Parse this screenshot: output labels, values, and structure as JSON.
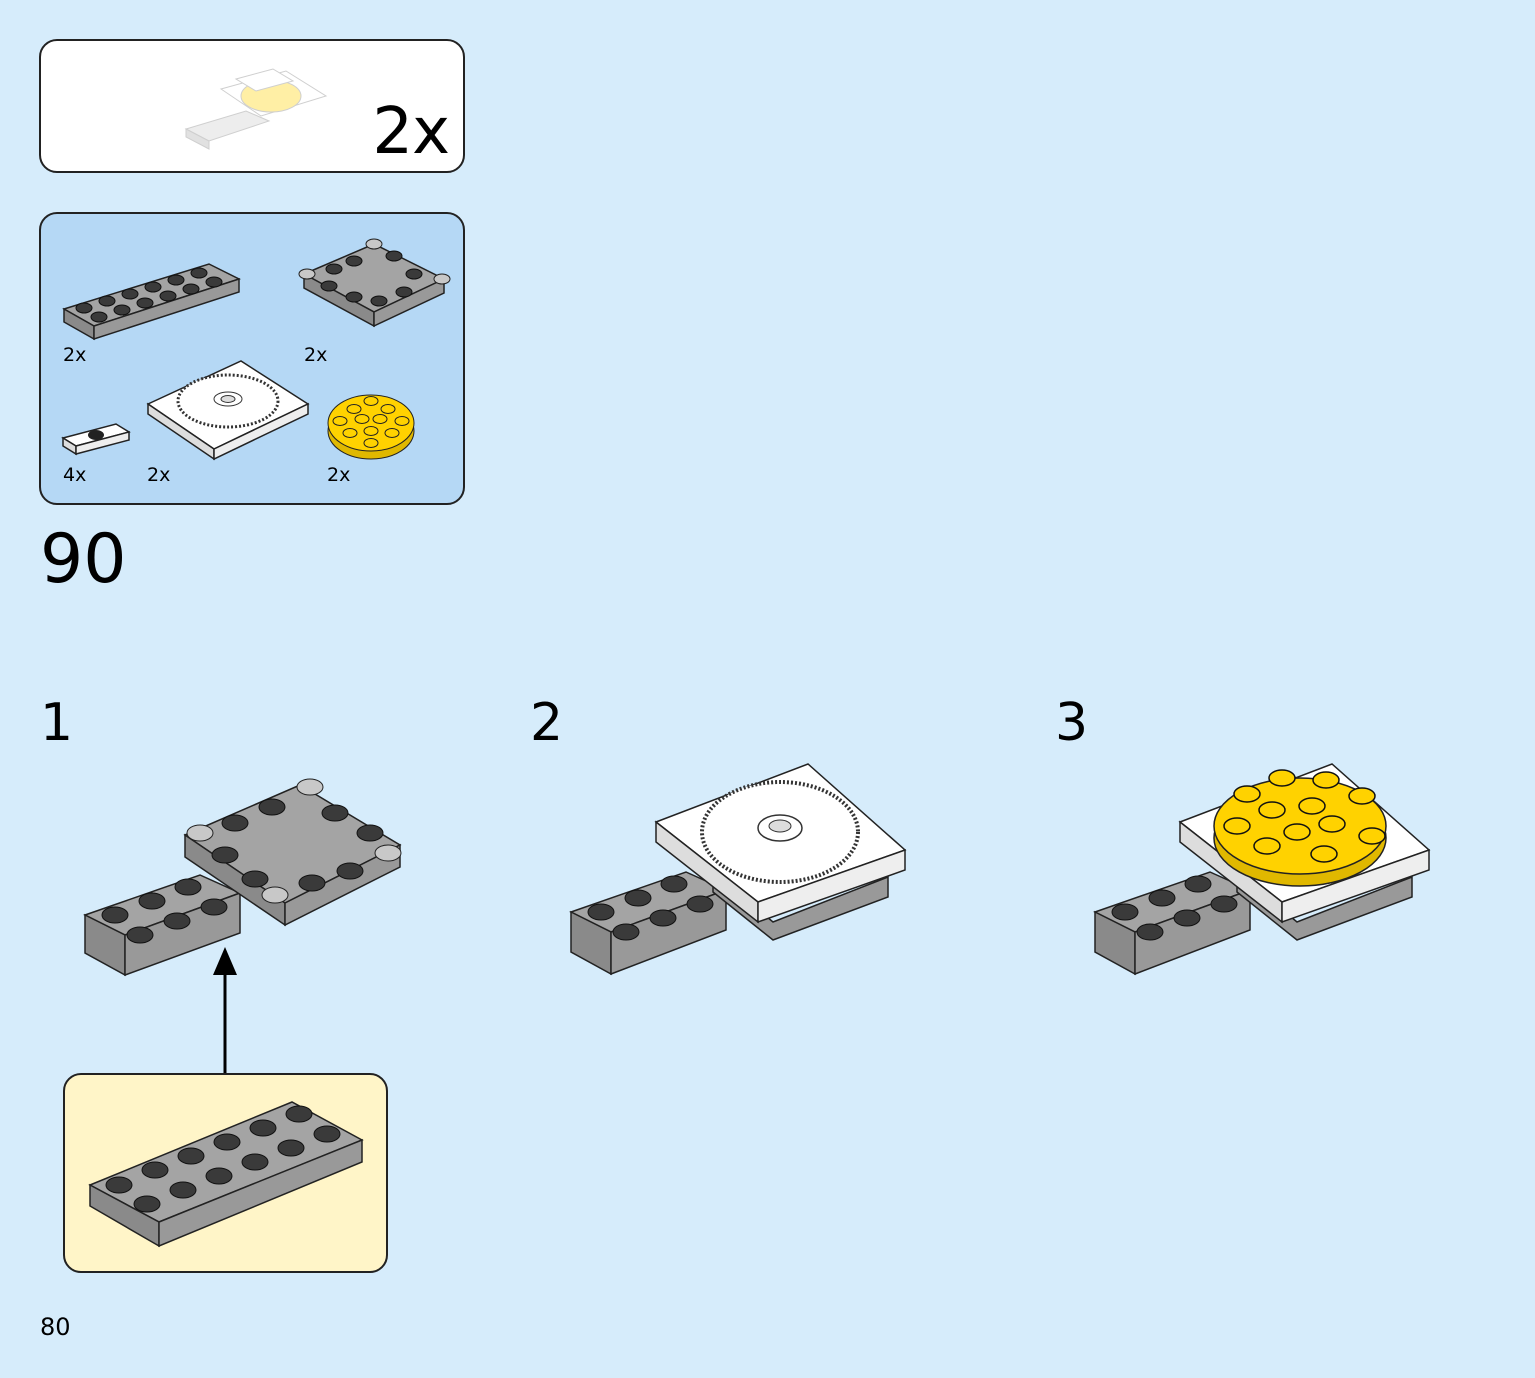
{
  "submodel": {
    "count": "2x"
  },
  "parts": [
    {
      "name": "gray-plate-2x6",
      "qty": "2x"
    },
    {
      "name": "gray-round-corner-plate-4x4",
      "qty": "2x"
    },
    {
      "name": "white-jumper-plate-1x2",
      "qty": "4x"
    },
    {
      "name": "white-turntable-4x4",
      "qty": "2x"
    },
    {
      "name": "yellow-round-plate-4x4",
      "qty": "2x"
    }
  ],
  "step": {
    "number": "90"
  },
  "substeps": [
    {
      "number": "1"
    },
    {
      "number": "2"
    },
    {
      "number": "3"
    }
  ],
  "page": {
    "number": "80"
  },
  "colors": {
    "background": "#d6ecfb",
    "parts_panel": "#b5d8f5",
    "callout": "#fff5c8",
    "brick_gray": "#a4a4a4",
    "brick_dark": "#3a3a3a",
    "brick_yellow": "#ffd200",
    "brick_white": "#ffffff"
  }
}
